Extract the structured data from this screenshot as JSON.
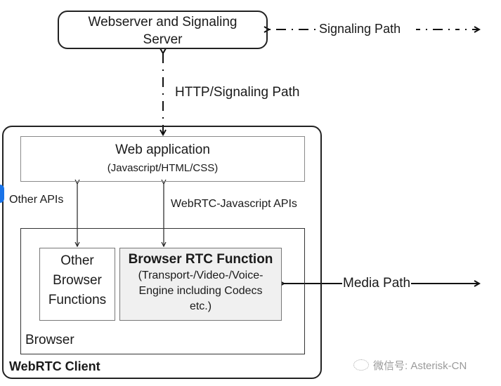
{
  "diagram": {
    "server": {
      "line1": "Webserver and Signaling",
      "line2": "Server"
    },
    "http_signaling_label": "HTTP/Signaling Path",
    "signaling_label": "Signaling Path",
    "web_app": {
      "title": "Web application",
      "subtitle": "(Javascript/HTML/CSS)"
    },
    "other_apis_label": "Other APIs",
    "webrtc_apis_label": "WebRTC-Javascript APIs",
    "other_functions": {
      "line1": "Other",
      "line2": "Browser",
      "line3": "Functions"
    },
    "rtc_function": {
      "title": "Browser RTC Function",
      "line1": "(Transport-/Video-/Voice-",
      "line2": "Engine including Codecs",
      "line3": "etc.)"
    },
    "media_label": "Media Path",
    "browser_label": "Browser",
    "client_label": "WebRTC Client",
    "watermark": "微信号: Asterisk-CN",
    "watermark_icon": "wechat-icon"
  }
}
